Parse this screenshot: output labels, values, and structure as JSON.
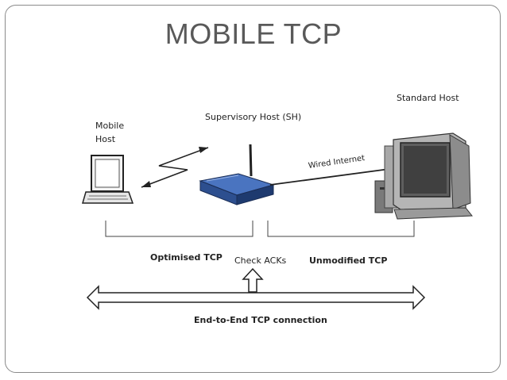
{
  "slide": {
    "title": "MOBILE TCP"
  },
  "diagram": {
    "mobile_host_label_line1": "Mobile",
    "mobile_host_label_line2": "Host",
    "supervisory_host_label": "Supervisory Host (SH)",
    "standard_host_label": "Standard Host",
    "wired_internet_label": "Wired Internet",
    "optimised_tcp_label": "Optimised TCP",
    "check_acks_label": "Check ACKs",
    "unmodified_tcp_label": "Unmodified TCP",
    "end_to_end_label": "End-to-End TCP connection"
  },
  "colors": {
    "router_blue": "#2d4f8f",
    "title_gray": "#595959"
  }
}
